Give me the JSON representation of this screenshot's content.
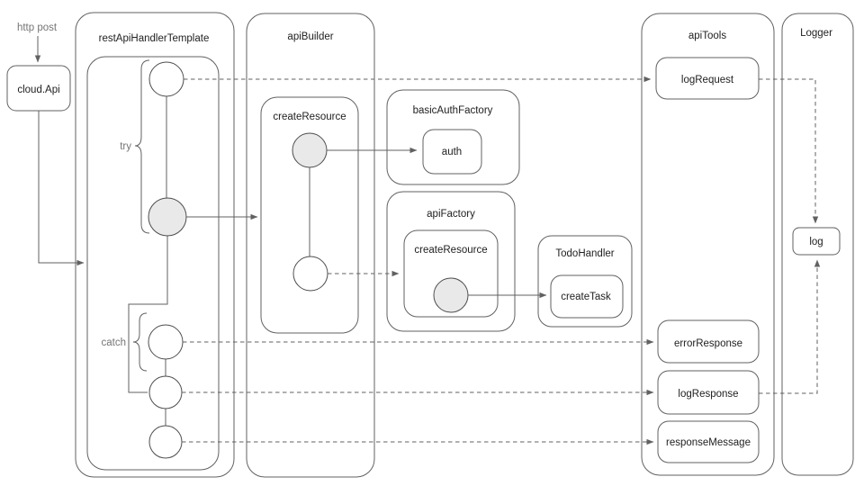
{
  "diagram": {
    "entry": {
      "http_label": "http post",
      "cloud_api": "cloud.Api"
    },
    "rest_api_handler": {
      "title": "restApiHandlerTemplate",
      "try_label": "try",
      "catch_label": "catch"
    },
    "api_builder": {
      "title": "apiBuilder",
      "create_resource": "createResource"
    },
    "basic_auth_factory": {
      "title": "basicAuthFactory",
      "auth": "auth"
    },
    "api_factory": {
      "title": "apiFactory",
      "create_resource": "createResource"
    },
    "todo_handler": {
      "title": "TodoHandler",
      "create_task": "createTask"
    },
    "api_tools": {
      "title": "apiTools",
      "log_request": "logRequest",
      "error_response": "errorResponse",
      "log_response": "logResponse",
      "response_message": "responseMessage"
    },
    "logger": {
      "title": "Logger",
      "log": "log"
    },
    "colors": {
      "background": "#ffffff",
      "stroke": "#616161",
      "text": "#212121",
      "muted_text": "#757575",
      "circle_fill": "#e9e9e9"
    }
  }
}
